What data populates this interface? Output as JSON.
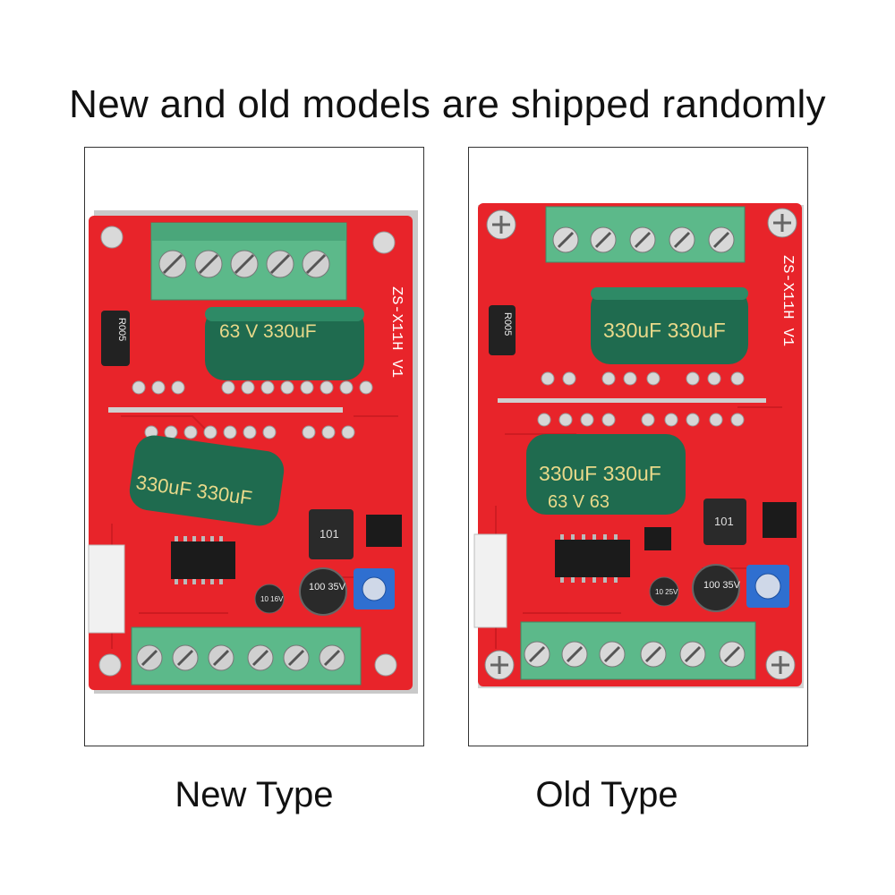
{
  "headline": "New and old models are shipped randomly",
  "new_board": {
    "caption": "New Type",
    "silkscreen": "ZS-X11H V1",
    "cap_label_top": "63 V 330uF",
    "cap_label_bottom": "330uF 330uF",
    "small_cap": "100 35V",
    "tiny_cap": "10 16V",
    "resistor": "R005",
    "inductor": "101"
  },
  "old_board": {
    "caption": "Old Type",
    "silkscreen": "ZS-X11H V1",
    "cap_label_top": "330uF 330uF",
    "cap_label_bottom": "330uF 330uF",
    "cap_volt": "63 V 63",
    "small_cap": "100 35V",
    "tiny_cap": "10 25V",
    "resistor": "R005",
    "inductor": "101"
  },
  "colors": {
    "pcb_red": "#e8242a",
    "terminal_green": "#5cb98a",
    "capacitor_green": "#1f6b4f",
    "cap_text": "#e9d98a"
  }
}
